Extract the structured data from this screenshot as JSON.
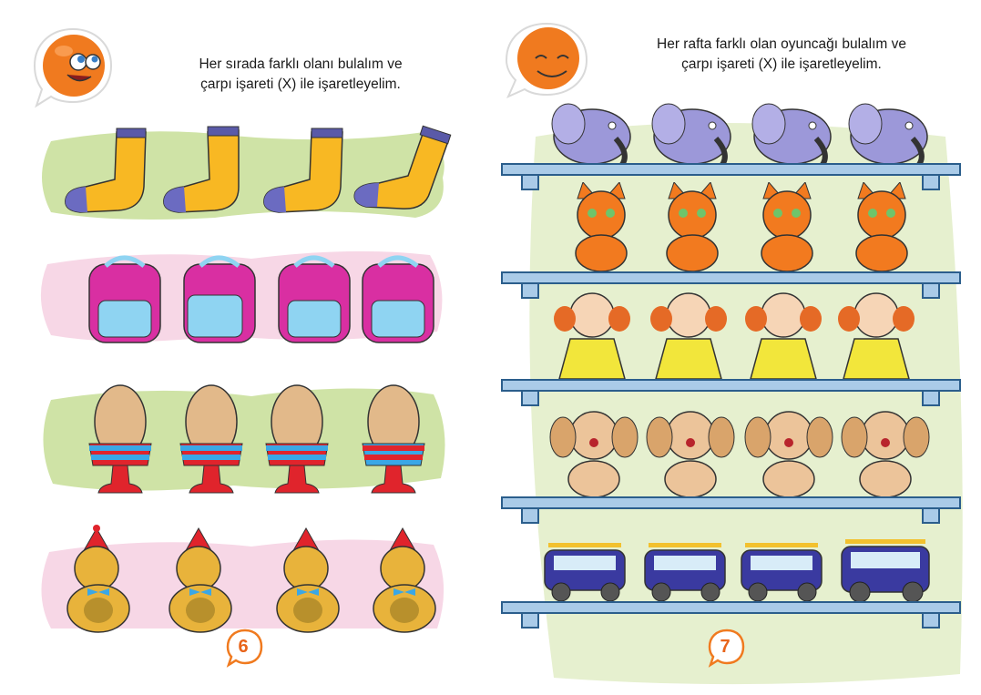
{
  "left_page": {
    "instruction_line1": "Her sırada farklı olanı bulalım ve",
    "instruction_line2": "çarpı işareti (X) ile işaretleyelim.",
    "page_number": "6",
    "rows": [
      {
        "name": "socks",
        "count": 4,
        "band_color": "#cfe3a6"
      },
      {
        "name": "backpacks",
        "count": 4,
        "band_color": "#f7d7e6"
      },
      {
        "name": "eggs-in-cups",
        "count": 4,
        "band_color": "#cfe3a6"
      },
      {
        "name": "teddy-bears",
        "count": 4,
        "band_color": "#f7d7e6"
      }
    ]
  },
  "right_page": {
    "instruction_line1": "Her rafta farklı olan oyuncağı bulalım ve",
    "instruction_line2": "çarpı işareti (X) ile işaretleyelim.",
    "page_number": "7",
    "shelves": [
      {
        "name": "elephants",
        "count": 4
      },
      {
        "name": "cats",
        "count": 4
      },
      {
        "name": "dolls",
        "count": 4
      },
      {
        "name": "puppies",
        "count": 4
      },
      {
        "name": "cars",
        "count": 4
      }
    ]
  },
  "colors": {
    "accent_orange": "#f07a1f",
    "green_band": "#cfe3a6",
    "pink_band": "#f7d7e6",
    "shelf_blue": "#aacbe8",
    "shelf_outline": "#2b5e8c"
  }
}
